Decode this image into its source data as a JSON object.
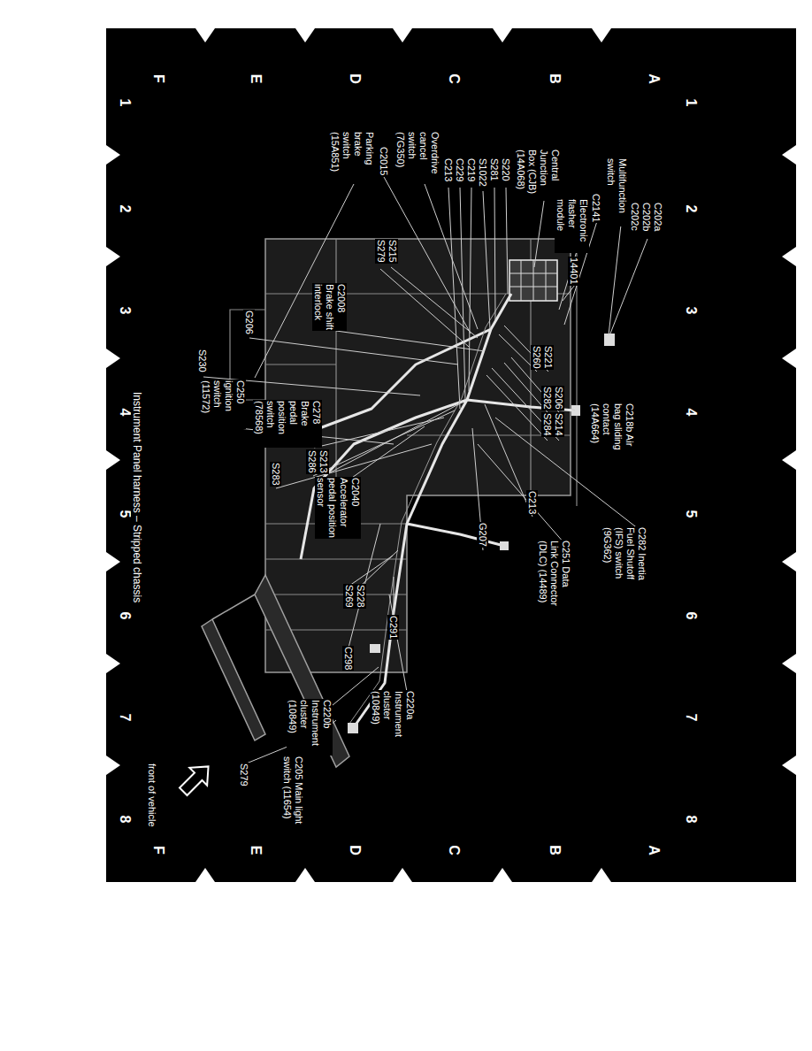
{
  "diagram": {
    "title": "Instrument Panel harness – Stripped chassis",
    "labels": [
      "1",
      "2",
      "3",
      "4",
      "5",
      "6",
      "7",
      "8",
      "A",
      "B",
      "C",
      "D",
      "E",
      "F",
      "A",
      "B",
      "C",
      "D",
      "E",
      "F",
      "1",
      "2",
      "3",
      "4",
      "5",
      "6",
      "7",
      "8",
      "C202a C202b C202c",
      "Multifunction switch",
      "C2141",
      "Electronic flasher module",
      "14401",
      "Central Junction Box (CJB) (14A068)",
      "S220",
      "S281",
      "S1022",
      "C219",
      "C229",
      "C213",
      "Overdrive cancel switch (7G350)",
      "C2015",
      "Parking brake switch (15A851)",
      "S215",
      "S279",
      "C2008 Brake shift interlock",
      "G206",
      "S230",
      "C250 ignition switch (11572)",
      "C278 Brake pedal position switch (78568)",
      "S213",
      "S286",
      "S283",
      "C2040 Accelerator pedal position sensor",
      "S221",
      "S260",
      "S206",
      "S282",
      "S214",
      "S284",
      "C218b Air bag sliding contact (14A664)",
      "C213",
      "G207",
      "C282 Inertia Fuel Shutoff (IFS) switch (9G362)",
      "C251 Data Link Connector (DLC) (14489)",
      "S228",
      "S269",
      "C291",
      "C298",
      "C220a Instrument cluster (10849)",
      "C220b Instrument cluster (10849)",
      "C205 Main light switch (11654)",
      "S279",
      "front of vehicle"
    ]
  }
}
